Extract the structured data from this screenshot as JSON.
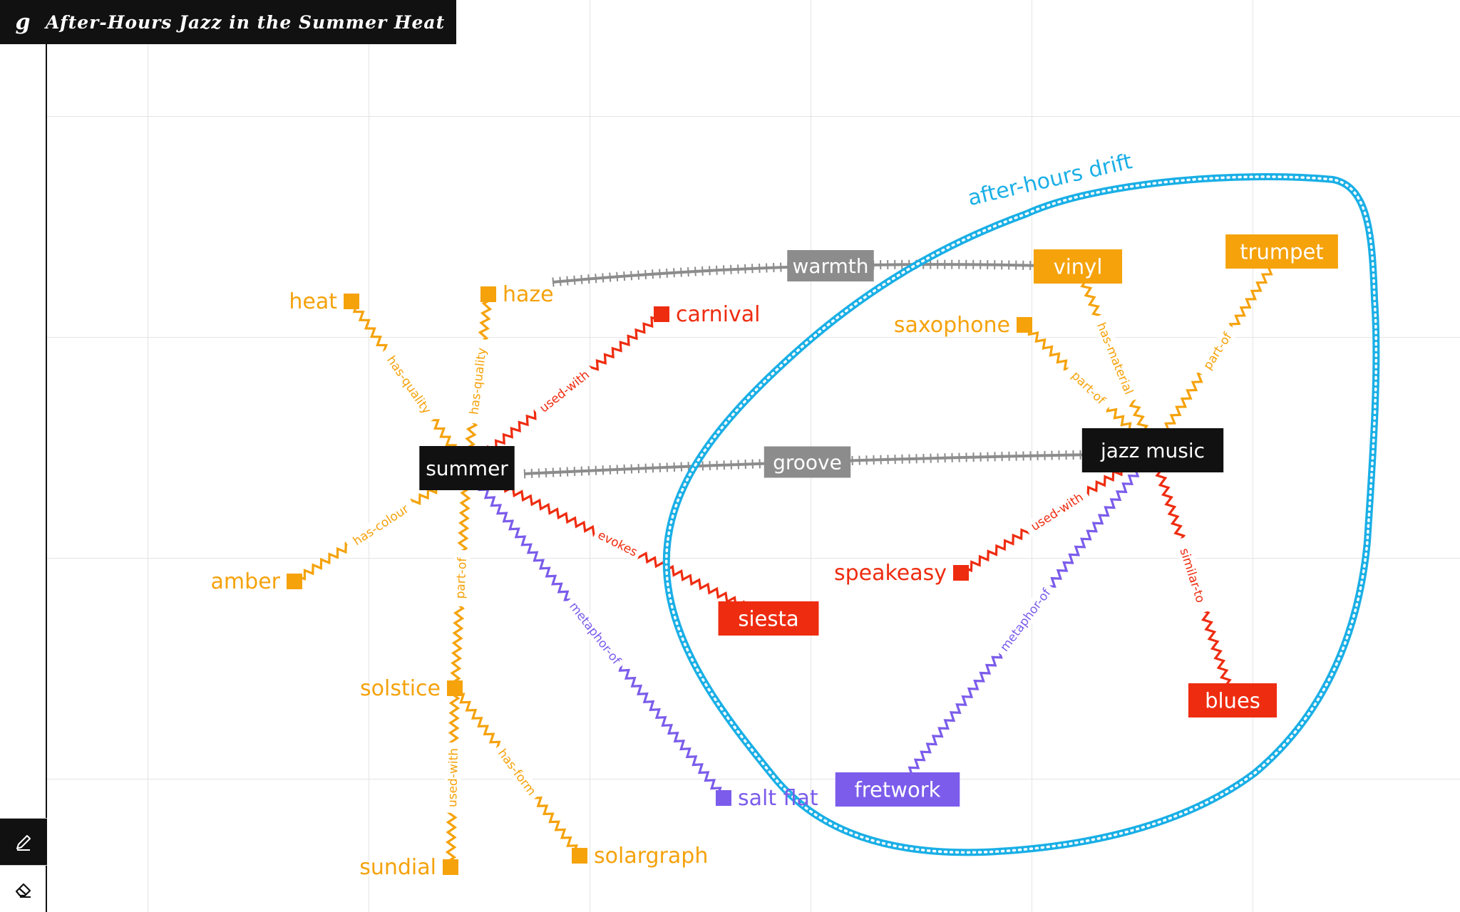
{
  "app": {
    "logo": "g",
    "title": "After-Hours Jazz in the Summer Heat"
  },
  "toolbar": {
    "tools": [
      {
        "name": "pen-tool",
        "icon": "pen-icon",
        "active": true
      },
      {
        "name": "eraser-tool",
        "icon": "eraser-icon",
        "active": false
      }
    ]
  },
  "colors": {
    "black_node": "#111111",
    "orange": "#F5A20B",
    "red": "#EE2C10",
    "purple": "#7B5CEB",
    "gray": "#8C8C8C",
    "cyan_loop": "#1AAFE6",
    "grid": "#E4E4E4"
  },
  "diagram": {
    "nodes": [
      {
        "id": "summer",
        "label": "summer",
        "style": "black"
      },
      {
        "id": "jazz",
        "label": "jazz music",
        "style": "black"
      },
      {
        "id": "heat",
        "label": "heat",
        "style": "orange-dot"
      },
      {
        "id": "haze",
        "label": "haze",
        "style": "orange-dot"
      },
      {
        "id": "carnival",
        "label": "carnival",
        "style": "red-dot"
      },
      {
        "id": "amber",
        "label": "amber",
        "style": "orange-dot"
      },
      {
        "id": "solstice",
        "label": "solstice",
        "style": "orange-dot"
      },
      {
        "id": "sundial",
        "label": "sundial",
        "style": "orange-dot"
      },
      {
        "id": "solargraph",
        "label": "solargraph",
        "style": "orange-dot"
      },
      {
        "id": "saltflat",
        "label": "salt flat",
        "style": "purple-dot"
      },
      {
        "id": "siesta",
        "label": "siesta",
        "style": "red-box"
      },
      {
        "id": "vinyl",
        "label": "vinyl",
        "style": "orange-box"
      },
      {
        "id": "trumpet",
        "label": "trumpet",
        "style": "orange-box"
      },
      {
        "id": "saxophone",
        "label": "saxophone",
        "style": "orange-dot"
      },
      {
        "id": "speakeasy",
        "label": "speakeasy",
        "style": "red-dot"
      },
      {
        "id": "fretwork",
        "label": "fretwork",
        "style": "purple-box"
      },
      {
        "id": "blues",
        "label": "blues",
        "style": "red-box"
      }
    ],
    "edges": [
      {
        "from": "summer",
        "to": "heat",
        "label": "has-quality",
        "color": "orange"
      },
      {
        "from": "summer",
        "to": "haze",
        "label": "has-quality",
        "color": "orange"
      },
      {
        "from": "summer",
        "to": "carnival",
        "label": "used-with",
        "color": "red"
      },
      {
        "from": "summer",
        "to": "amber",
        "label": "has-colour",
        "color": "orange"
      },
      {
        "from": "summer",
        "to": "solstice",
        "label": "part-of",
        "color": "orange"
      },
      {
        "from": "summer",
        "to": "siesta",
        "label": "evokes",
        "color": "red"
      },
      {
        "from": "summer",
        "to": "saltflat",
        "label": "metaphor-of",
        "color": "purple"
      },
      {
        "from": "solstice",
        "to": "sundial",
        "label": "used-with",
        "color": "orange"
      },
      {
        "from": "solstice",
        "to": "solargraph",
        "label": "has-form",
        "color": "orange"
      },
      {
        "from": "jazz",
        "to": "vinyl",
        "label": "has-material",
        "color": "orange"
      },
      {
        "from": "jazz",
        "to": "trumpet",
        "label": "part-of",
        "color": "orange"
      },
      {
        "from": "jazz",
        "to": "saxophone",
        "label": "part-of",
        "color": "orange"
      },
      {
        "from": "jazz",
        "to": "speakeasy",
        "label": "used-with",
        "color": "red"
      },
      {
        "from": "jazz",
        "to": "fretwork",
        "label": "metaphor-of",
        "color": "purple"
      },
      {
        "from": "jazz",
        "to": "blues",
        "label": "similar-to",
        "color": "red"
      }
    ],
    "bridges": [
      {
        "from": "haze",
        "to": "vinyl",
        "label": "warmth"
      },
      {
        "from": "summer",
        "to": "jazz",
        "label": "groove"
      }
    ],
    "cluster": {
      "label": "after-hours drift"
    }
  }
}
